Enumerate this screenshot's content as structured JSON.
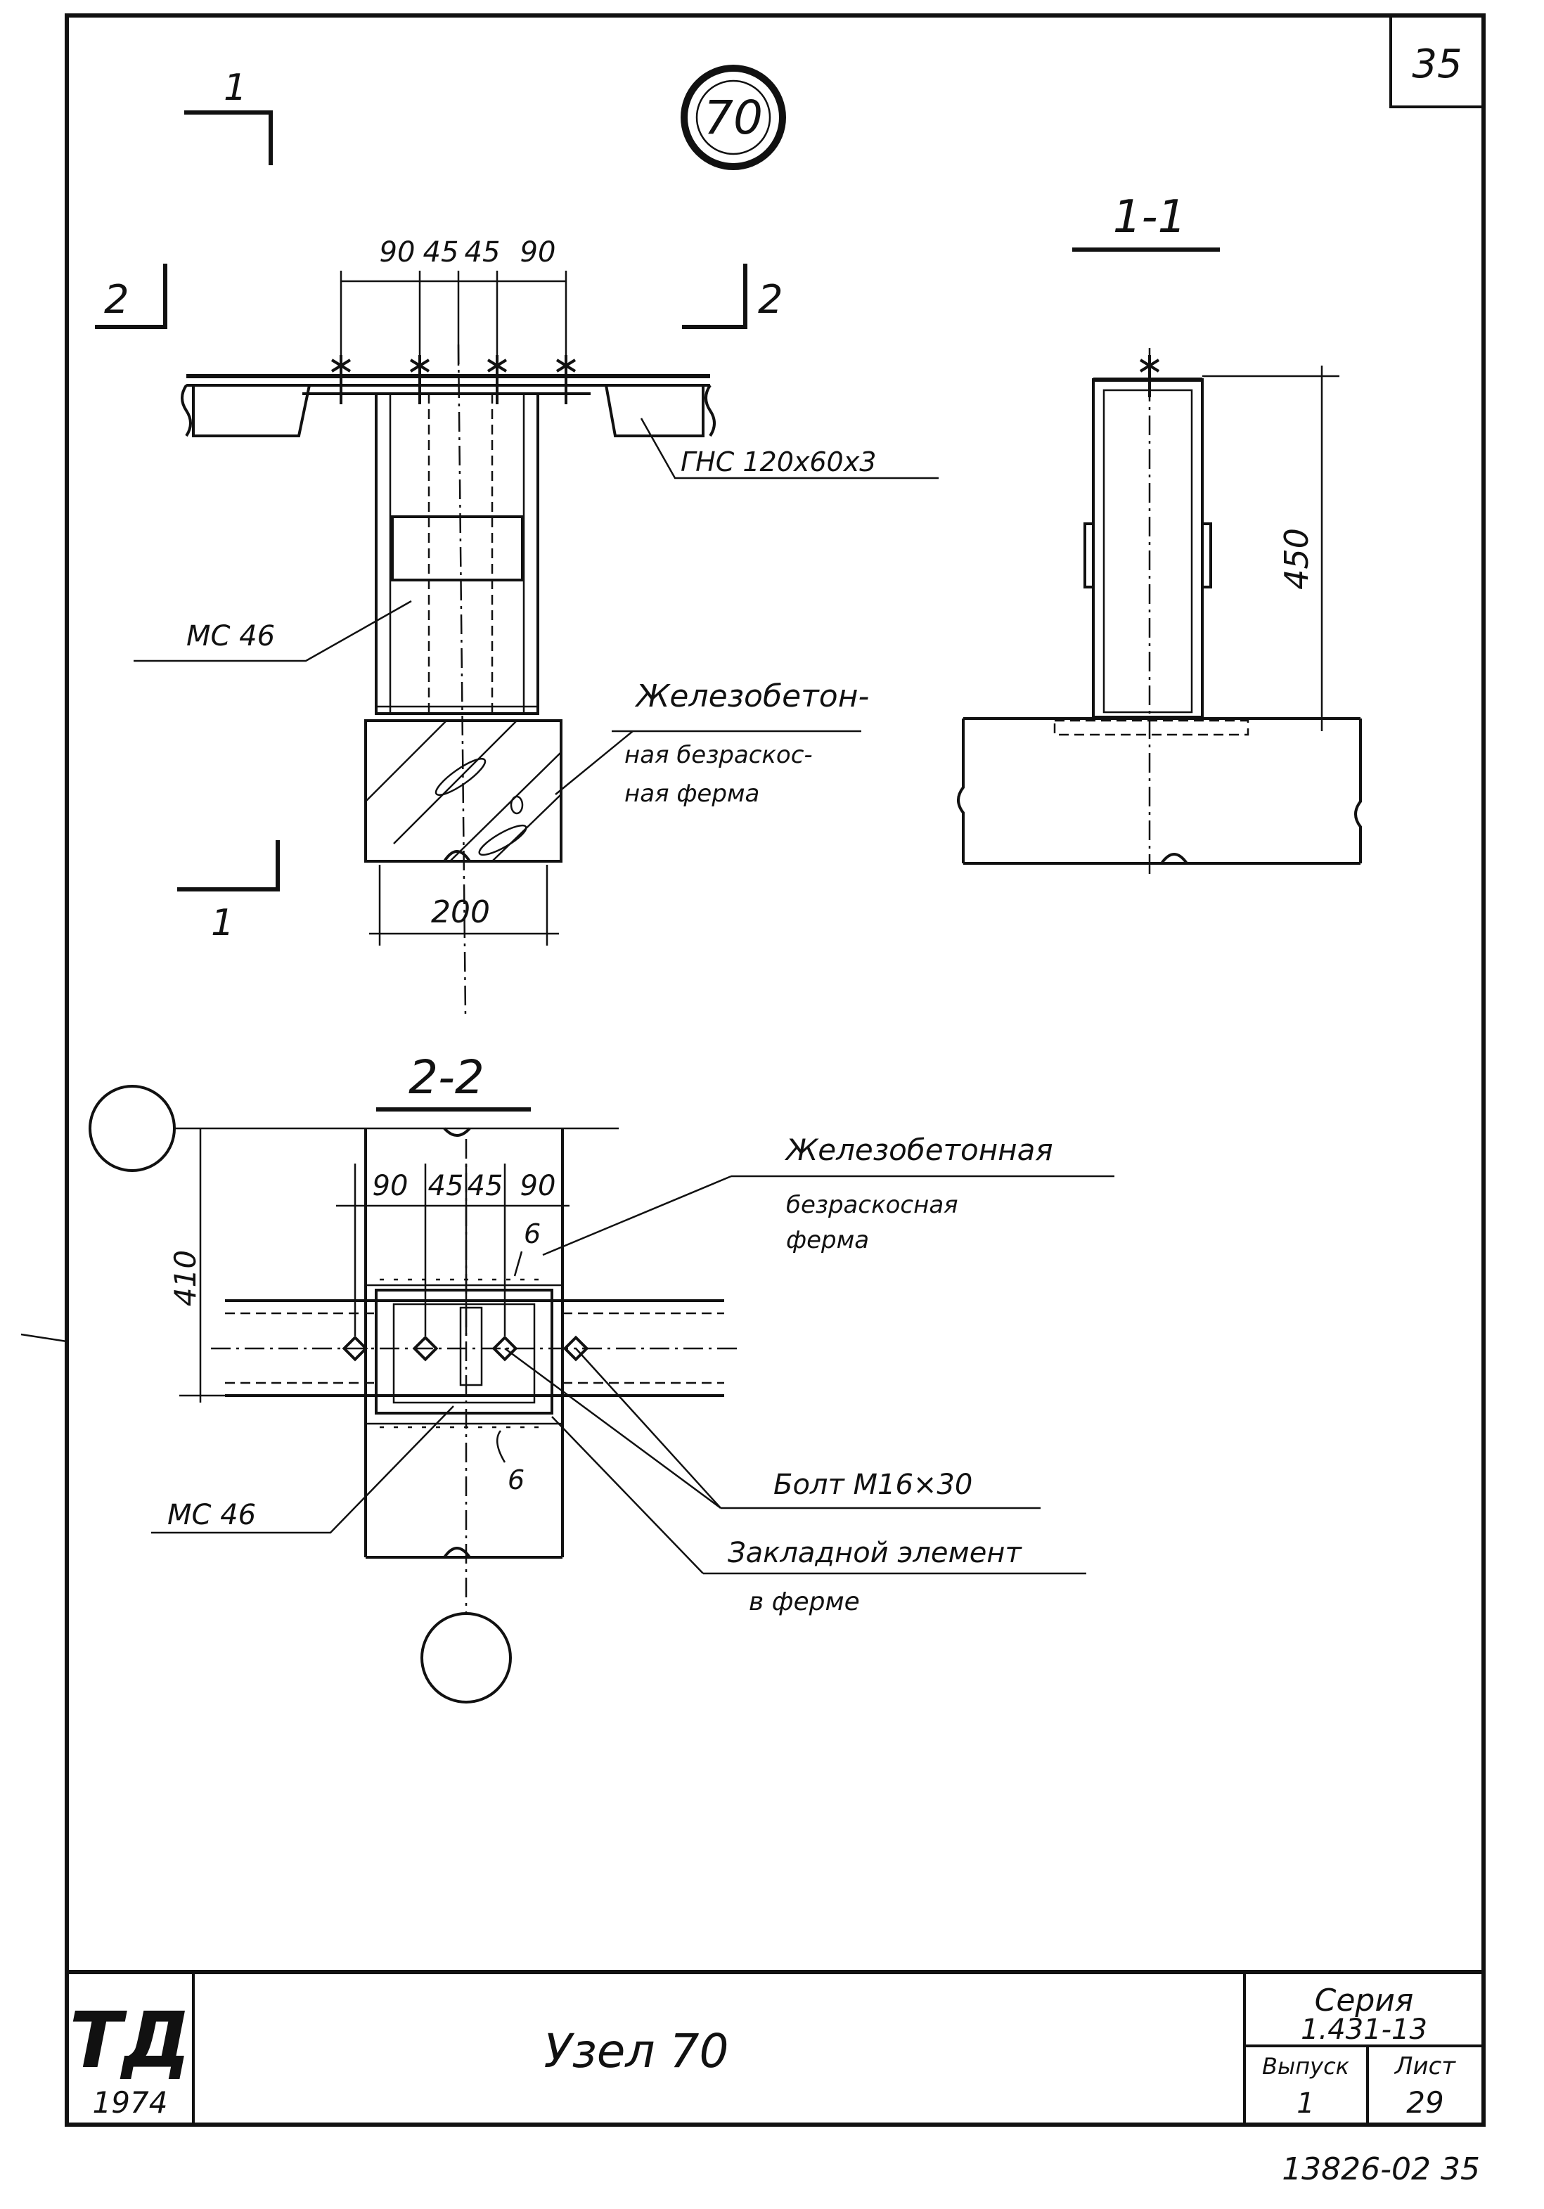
{
  "sheet": {
    "corner_number": "35",
    "node_number": "70",
    "archive_number": "13826-02 35"
  },
  "section_marks": {
    "cut1_top": "1",
    "cut1_bottom": "1",
    "cut2_left": "2",
    "cut2_right": "2"
  },
  "view_front": {
    "dims_top": [
      "90",
      "45",
      "45",
      "90"
    ],
    "dim_width": "200",
    "label_profile": "ГНС 120x60x3",
    "label_plate": "МС 46",
    "label_truss_1": "Железобетон-",
    "label_truss_2": "ная безраскос-",
    "label_truss_3": "ная ферма"
  },
  "view_section_1_1": {
    "title": "1-1",
    "dim_height": "450"
  },
  "view_section_2_2": {
    "title": "2-2",
    "dims_top": [
      "90",
      "45",
      "45",
      "90"
    ],
    "dim_height": "410",
    "weld_top": "6",
    "weld_bottom": "6",
    "label_truss_1": "Железобетонная",
    "label_truss_2": "безраскосная",
    "label_truss_3": "ферма",
    "label_plate": "МС 46",
    "label_bolt": "Болт М16×30",
    "label_embed_1": "Закладной элемент",
    "label_embed_2": "в ферме"
  },
  "title_block": {
    "logo": "ТД",
    "year": "1974",
    "title": "Узел 70",
    "series_label": "Серия",
    "series_value": "1.431-13",
    "issue_label": "Выпуск",
    "issue_value": "1",
    "sheet_label": "Лист",
    "sheet_value": "29"
  }
}
